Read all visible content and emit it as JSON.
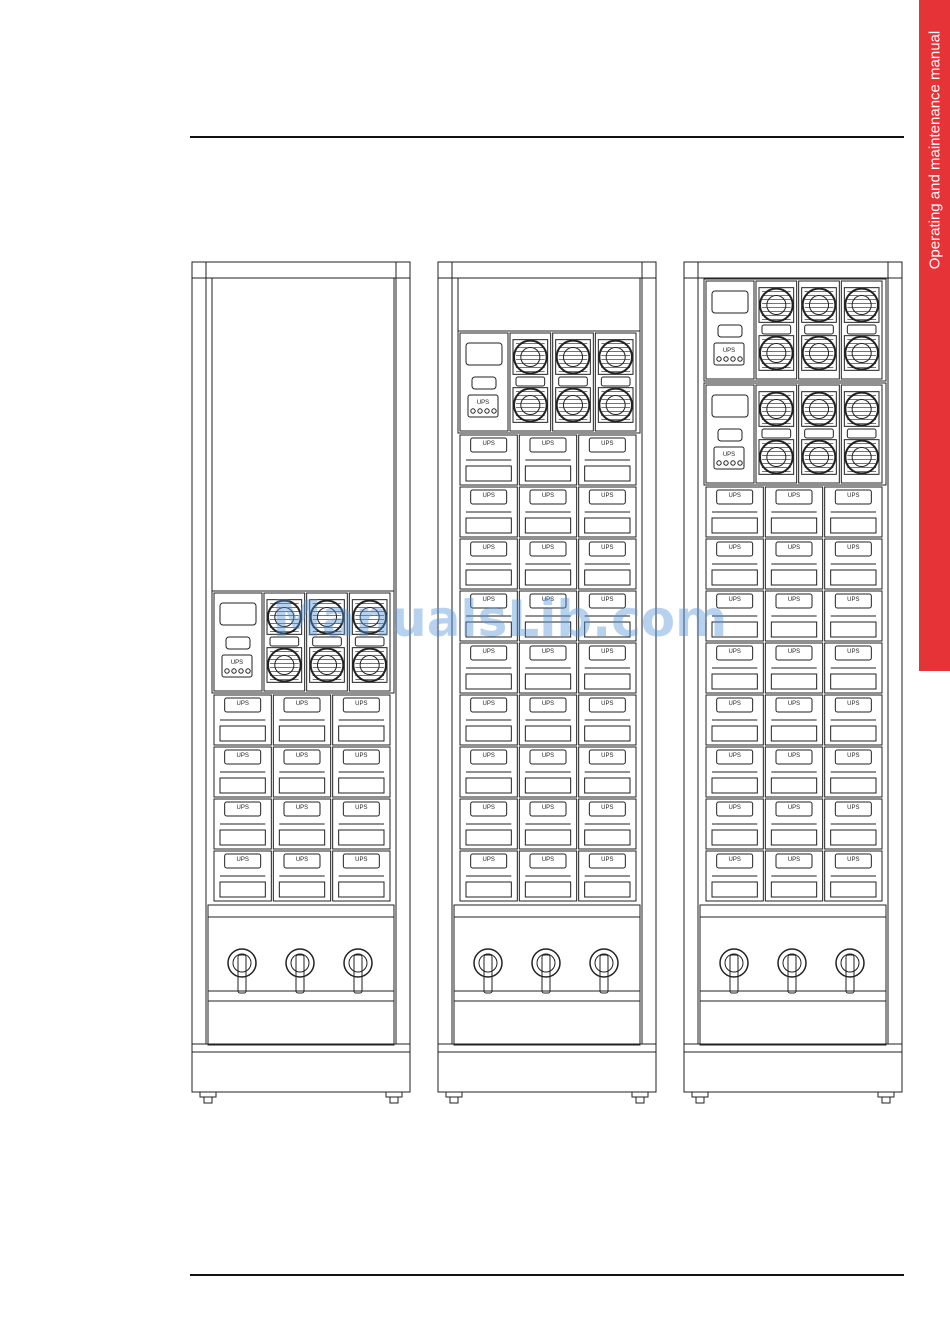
{
  "side_tab": {
    "text": "Operating and maintenance manual",
    "color": "#e53338"
  },
  "watermark": {
    "text": "ManualsLib.com"
  },
  "cabinets": [
    {
      "power_units": 1,
      "battery_rows": 4
    },
    {
      "power_units": 1,
      "battery_rows": 9
    },
    {
      "power_units": 2,
      "battery_rows": 8
    }
  ],
  "module_labels": {
    "battery_title": "UPS",
    "unit_title": "UPS"
  }
}
